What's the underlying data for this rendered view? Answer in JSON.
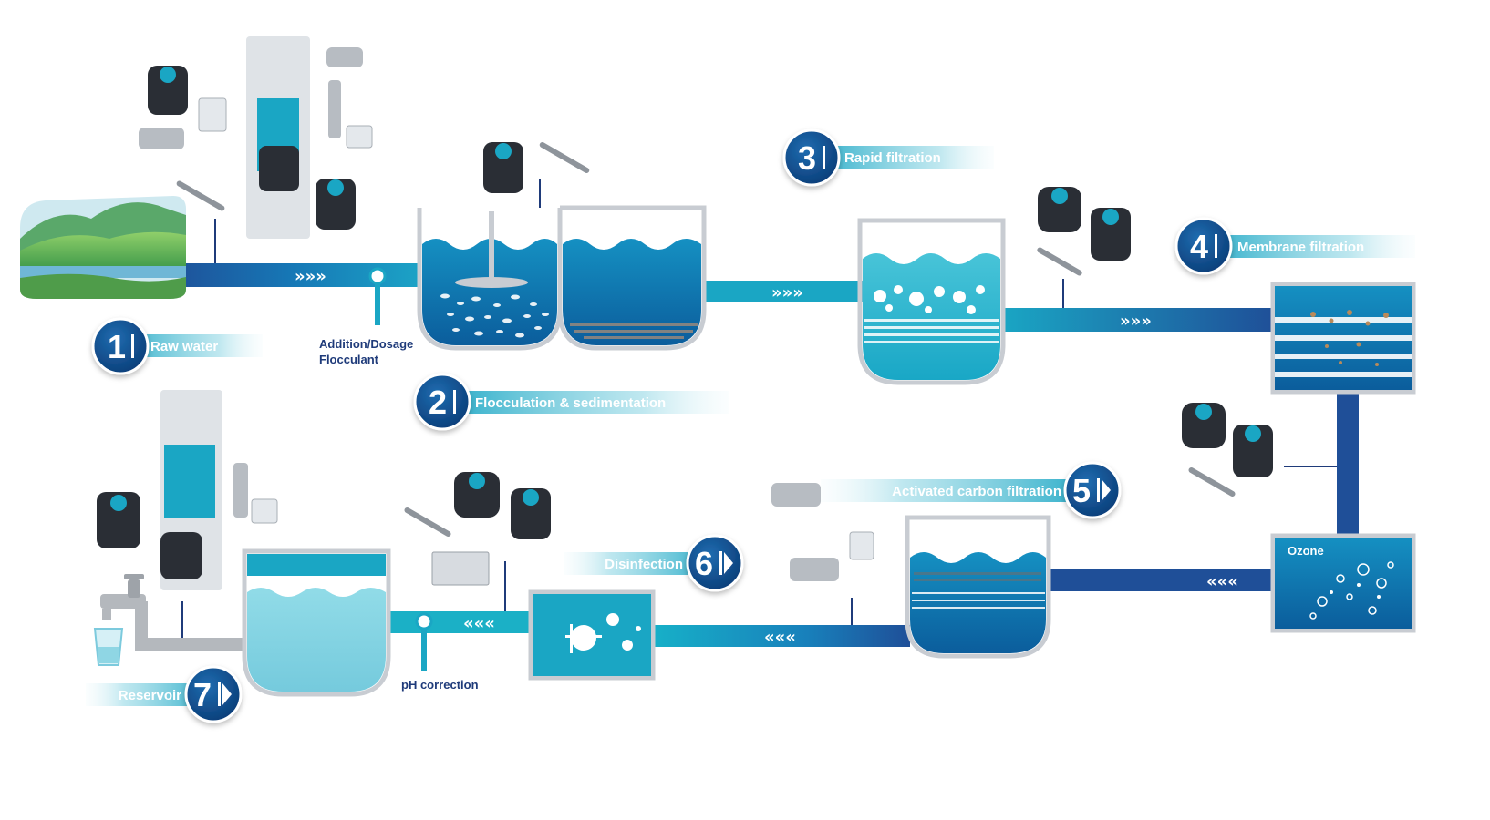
{
  "colors": {
    "pipe_dark": "#1f5aa0",
    "pipe_light": "#1aa6c4",
    "water_dark": "#0e6aa6",
    "water_light": "#1fa6c8",
    "badge": "#0c4a8a",
    "tank_border": "#c8ccd2",
    "note_text": "#1f3b7a"
  },
  "steps": [
    {
      "number": "1",
      "label": "Raw water"
    },
    {
      "number": "2",
      "label": "Flocculation & sedimentation"
    },
    {
      "number": "3",
      "label": "Rapid filtration"
    },
    {
      "number": "4",
      "label": "Membrane filtration"
    },
    {
      "number": "5",
      "label": "Activated carbon filtration"
    },
    {
      "number": "6",
      "label": "Disinfection"
    },
    {
      "number": "7",
      "label": "Reservoir"
    }
  ],
  "notes": {
    "dosage_line1": "Addition/Dosage",
    "dosage_line2": "Flocculant",
    "ph": "pH correction"
  },
  "tanks": {
    "ozone": "Ozone"
  },
  "flow": {
    "forward": "»»»",
    "backward": "«««"
  },
  "icons": [
    "landscape-icon",
    "dosing-pump-icon",
    "sensor-probe-icon",
    "analyzer-panel-icon",
    "controller-display-icon",
    "faucet-icon",
    "glass-icon",
    "bacteria-icon",
    "flow-arrows-icon"
  ]
}
